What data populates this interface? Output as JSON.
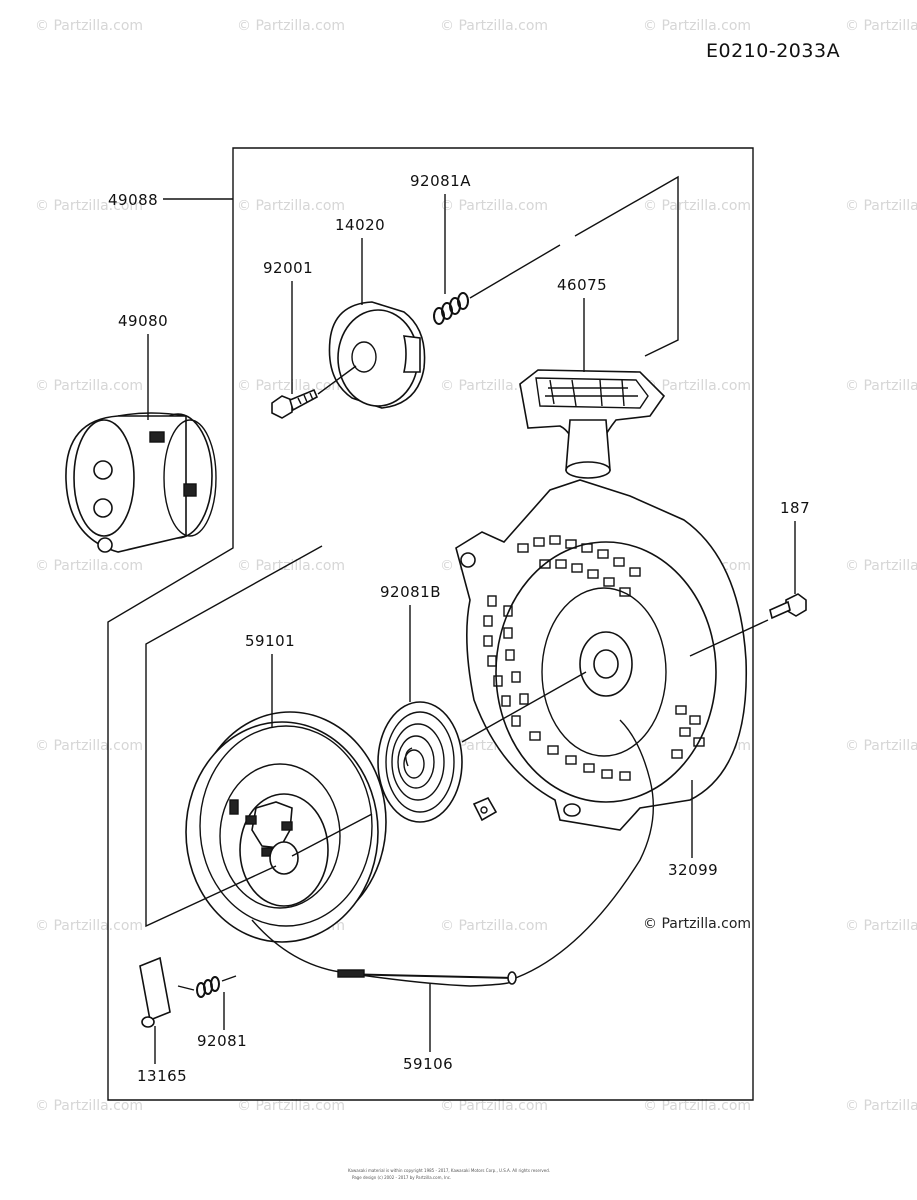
{
  "diagram_code": "E0210-2033A",
  "watermark_text": "© Partzilla.com",
  "copyright_label": "© Partzilla.com",
  "footer_lines": [
    "Kawasaki material is within copyright 1985 - 2017, Kawasaki Motors Corp., U.S.A. All rights reserved.",
    "Page design (c) 2002 - 2017 by Partzilla.com, Inc."
  ],
  "parts": {
    "p49088": "49088",
    "p14020": "14020",
    "p92081A": "92081A",
    "p92001": "92001",
    "p46075": "46075",
    "p49080": "49080",
    "p187": "187",
    "p92081B": "92081B",
    "p59101": "59101",
    "p32099": "32099",
    "p92081": "92081",
    "p13165": "13165",
    "p59106": "59106"
  }
}
